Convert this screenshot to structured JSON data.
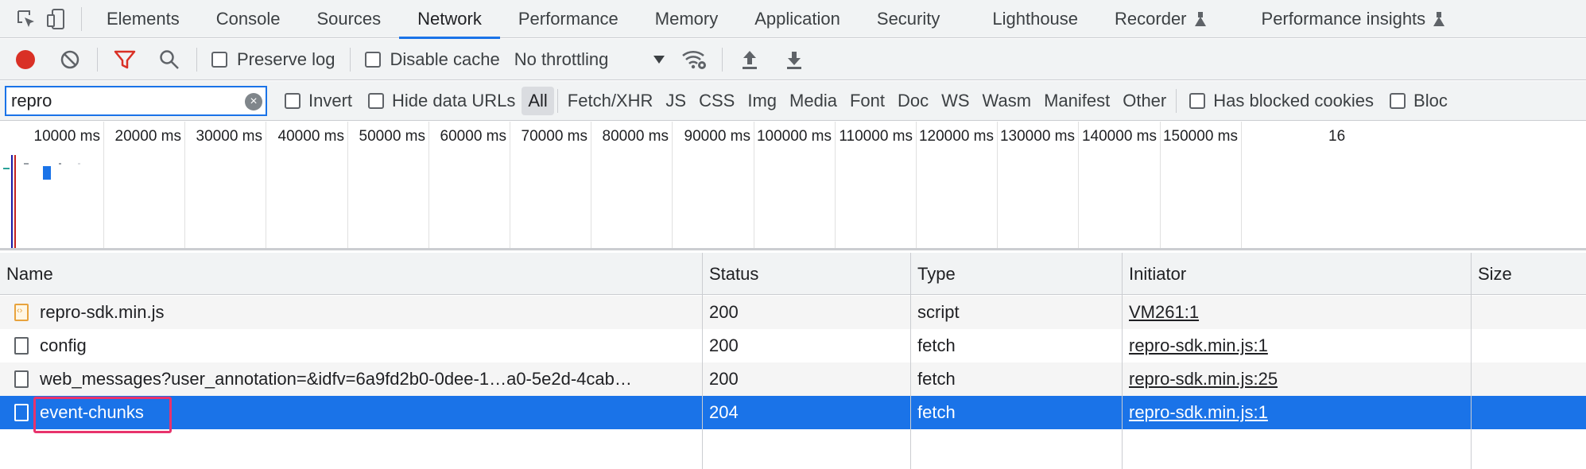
{
  "tabs": [
    "Elements",
    "Console",
    "Sources",
    "Network",
    "Performance",
    "Memory",
    "Application",
    "Security",
    "Lighthouse",
    "Recorder",
    "Performance insights"
  ],
  "active_tab": "Network",
  "toolbar": {
    "preserve_log": "Preserve log",
    "disable_cache": "Disable cache",
    "throttling": "No throttling"
  },
  "filter": {
    "value": "repro",
    "invert": "Invert",
    "hide_data_urls": "Hide data URLs",
    "types": [
      "All",
      "Fetch/XHR",
      "JS",
      "CSS",
      "Img",
      "Media",
      "Font",
      "Doc",
      "WS",
      "Wasm",
      "Manifest",
      "Other"
    ],
    "active_type": "All",
    "has_blocked_cookies": "Has blocked cookies",
    "blocked_requests_partial": "Bloc"
  },
  "overview": {
    "ticks": [
      "10000 ms",
      "20000 ms",
      "30000 ms",
      "40000 ms",
      "50000 ms",
      "60000 ms",
      "70000 ms",
      "80000 ms",
      "90000 ms",
      "100000 ms",
      "110000 ms",
      "120000 ms",
      "130000 ms",
      "140000 ms",
      "150000 ms",
      "16"
    ]
  },
  "columns": [
    "Name",
    "Status",
    "Type",
    "Initiator",
    "Size"
  ],
  "rows": [
    {
      "name": "repro-sdk.min.js",
      "status": "200",
      "type": "script",
      "initiator": "VM261:1",
      "icon": "js-file-icon"
    },
    {
      "name": "config",
      "status": "200",
      "type": "fetch",
      "initiator": "repro-sdk.min.js:1",
      "icon": "document-icon"
    },
    {
      "name": "web_messages?user_annotation=&idfv=6a9fd2b0-0dee-1…a0-5e2d-4cab…",
      "status": "200",
      "type": "fetch",
      "initiator": "repro-sdk.min.js:25",
      "icon": "document-icon"
    },
    {
      "name": "event-chunks",
      "status": "204",
      "type": "fetch",
      "initiator": "repro-sdk.min.js:1",
      "icon": "document-icon"
    }
  ],
  "colors": {
    "accent": "#1a73e8",
    "record": "#d93025",
    "filter_active": "#d93025",
    "highlight_box": "#e8336c",
    "dom_content_loaded": "#1a1aa6",
    "load_event": "#c5221f"
  }
}
